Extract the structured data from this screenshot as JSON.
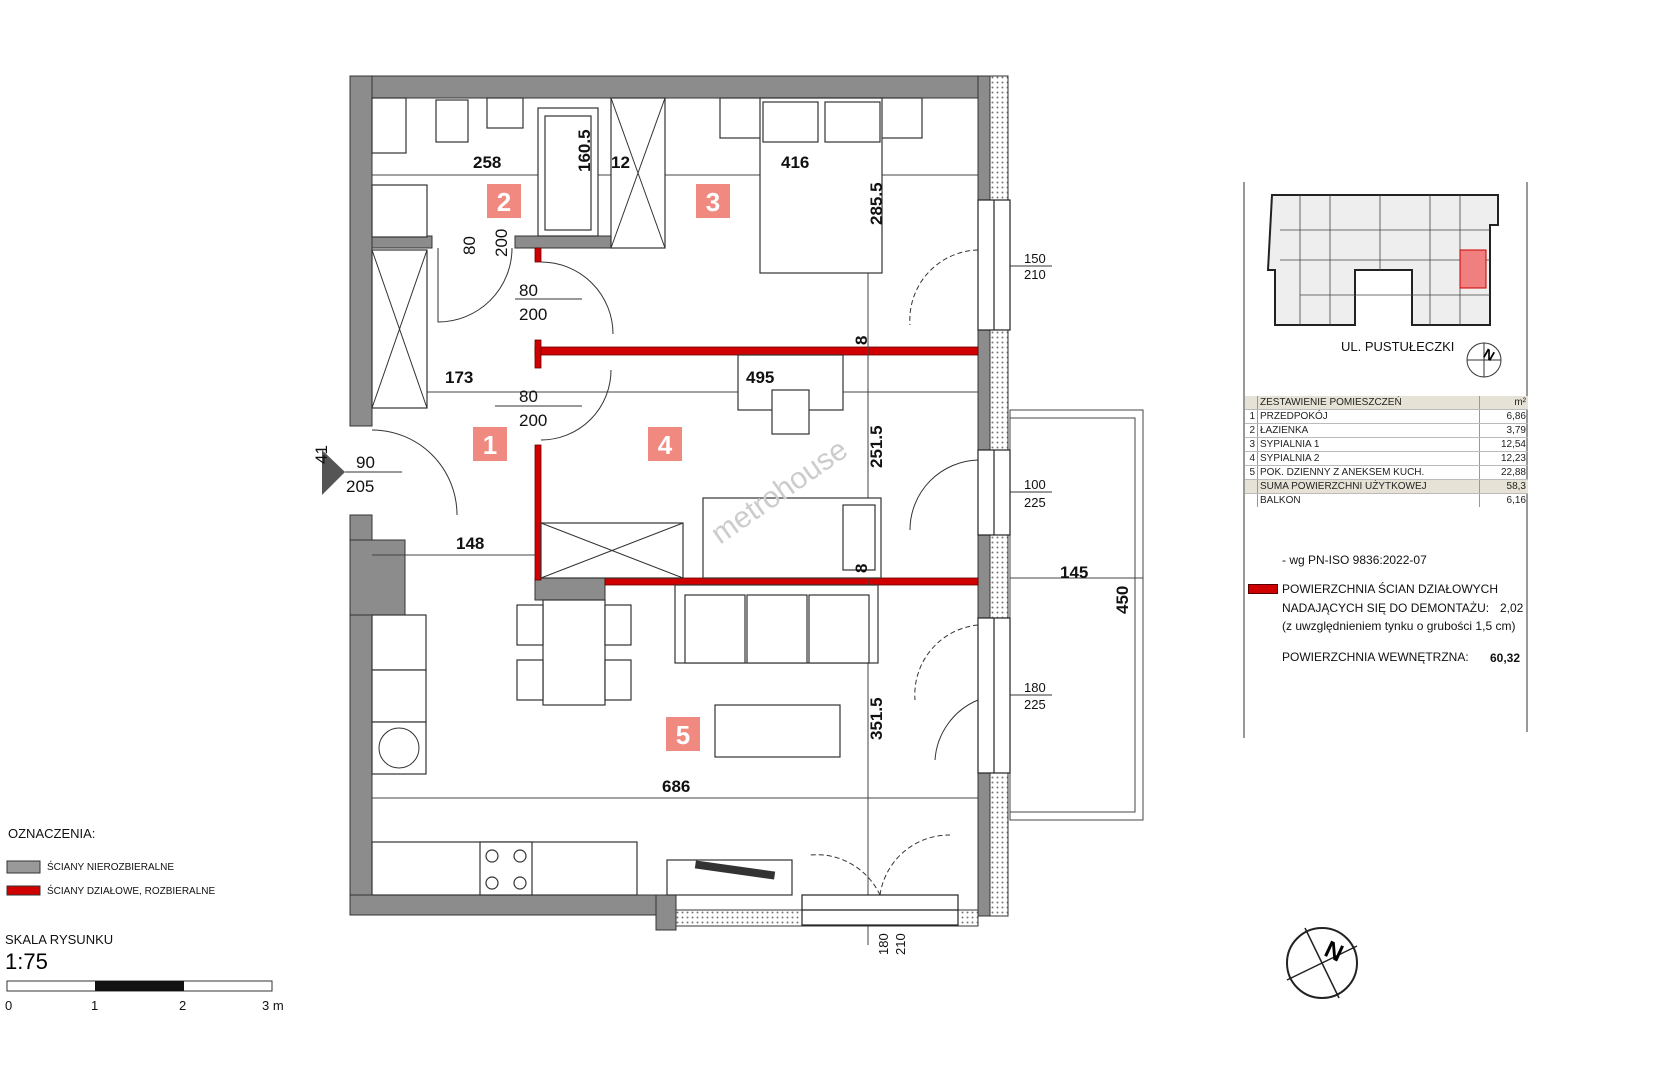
{
  "colors": {
    "wall": "#8c8c8c",
    "partition": "#d00000",
    "label_bg": "#f08a80"
  },
  "rooms": [
    {
      "number": "1"
    },
    {
      "number": "2"
    },
    {
      "number": "3"
    },
    {
      "number": "4"
    },
    {
      "number": "5"
    }
  ],
  "dimensions": {
    "d258": "258",
    "d160": "160.5",
    "d12": "12",
    "d416": "416",
    "d285": "285.5",
    "d173": "173",
    "d495": "495",
    "d251": "251.5",
    "d148": "148",
    "d686": "686",
    "d351": "351.5",
    "d8a": "8",
    "d8b": "8",
    "d145": "145",
    "d450": "450",
    "d41": "41"
  },
  "doors": [
    {
      "w": "80",
      "h": "200"
    },
    {
      "w": "80",
      "h": "200"
    },
    {
      "w": "80",
      "h": "200"
    },
    {
      "w": "90",
      "h": "205"
    }
  ],
  "windows": [
    {
      "w": "150",
      "h": "210"
    },
    {
      "w": "100",
      "h": "225"
    },
    {
      "w": "180",
      "h": "225"
    },
    {
      "w": "180",
      "h": "210"
    }
  ],
  "watermark": "metrohouse",
  "legend": {
    "title": "OZNACZENIA:",
    "items": [
      "ŚCIANY NIEROZBIERALNE",
      "ŚCIANY DZIAŁOWE, ROZBIERALNE"
    ]
  },
  "scale": {
    "title": "SKALA RYSUNKU",
    "value": "1:75",
    "ticks": [
      "0",
      "1",
      "2",
      "3 m"
    ]
  },
  "keyplan": {
    "street": "UL. PUSTUŁECZKI",
    "north": "N"
  },
  "room_table": {
    "header": "ZESTAWIENIE POMIESZCZEŃ",
    "unit": "m²",
    "rows": [
      {
        "no": "1",
        "name": "PRZEDPOKÓJ",
        "area": "6,86"
      },
      {
        "no": "2",
        "name": "ŁAZIENKA",
        "area": "3,79"
      },
      {
        "no": "3",
        "name": "SYPIALNIA 1",
        "area": "12,54"
      },
      {
        "no": "4",
        "name": "SYPIALNIA 2",
        "area": "12,23"
      },
      {
        "no": "5",
        "name": "POK. DZIENNY Z ANEKSEM KUCH.",
        "area": "22,88"
      }
    ],
    "total": {
      "name": "SUMA POWIERZCHNI UŻYTKOWEJ",
      "area": "58,3"
    },
    "balcony": {
      "name": "BALKON",
      "area": "6,16"
    }
  },
  "notes": {
    "standard": "- wg PN-ISO 9836:2022-07",
    "partition_line1": "POWIERZCHNIA ŚCIAN DZIAŁOWYCH",
    "partition_line2": "NADAJĄCYCH SIĘ DO DEMONTAŻU:",
    "partition_value": "2,02",
    "partition_line3": "(z uwzględnieniem tynku o grubości 1,5 cm)",
    "internal_label": "POWIERZCHNIA WEWNĘTRZNA:",
    "internal_value": "60,32"
  },
  "north": "N"
}
